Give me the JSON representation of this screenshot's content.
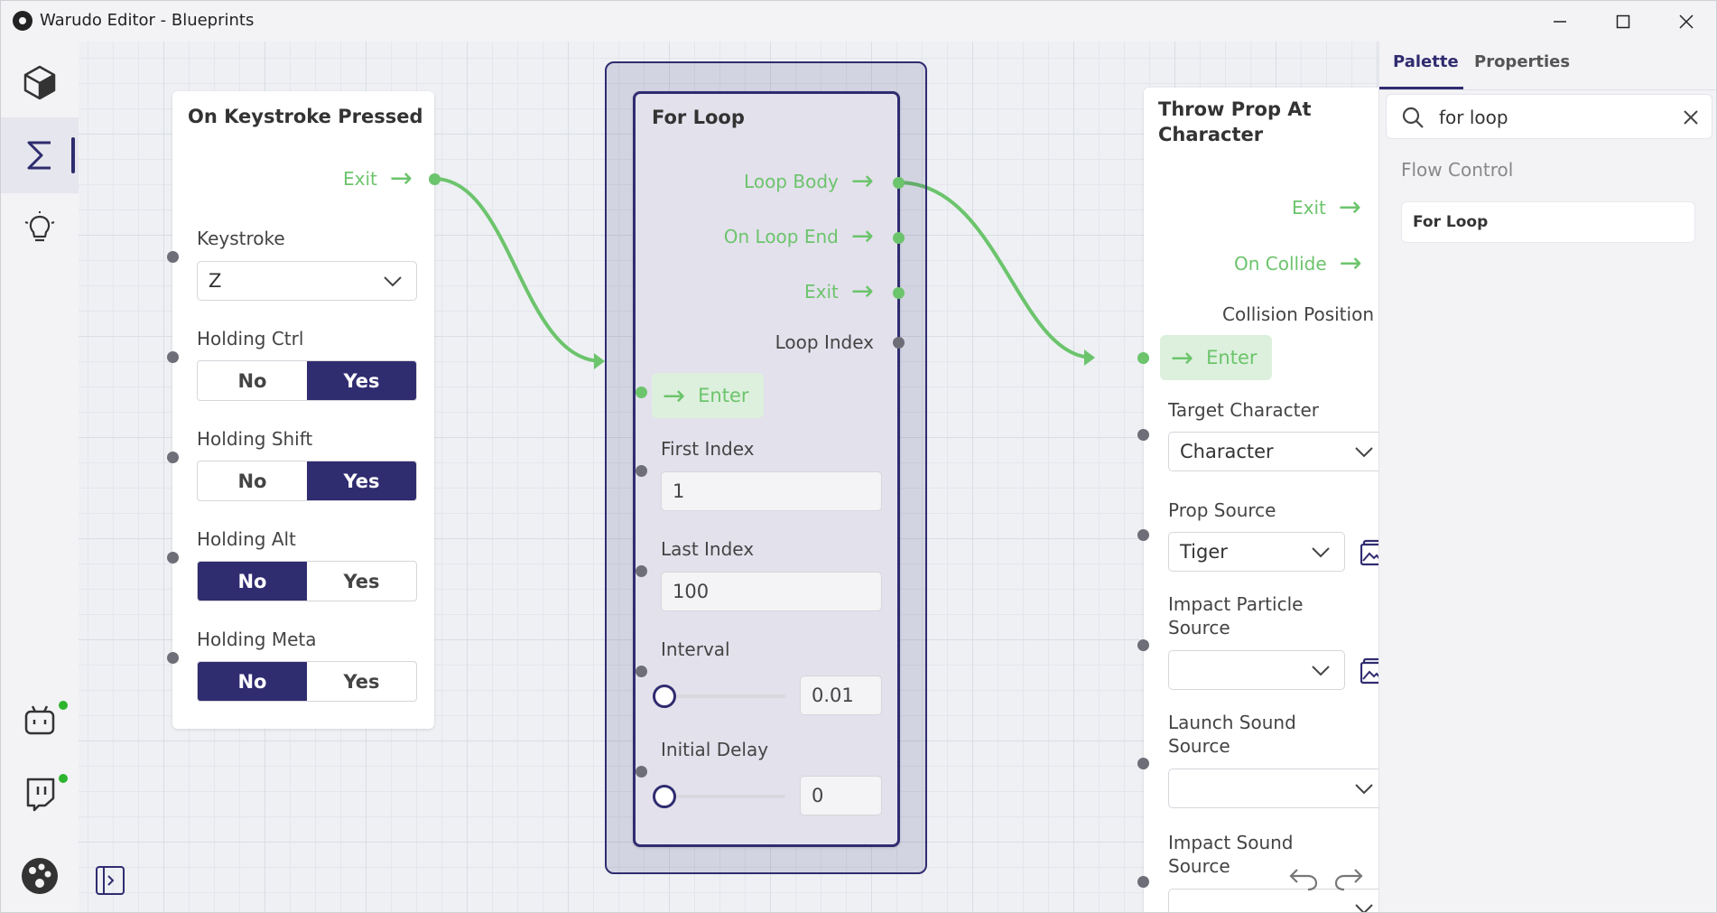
{
  "window": {
    "title": "Warudo Editor - Blueprints",
    "minimize_glyph": "—",
    "maximize_glyph": "☐",
    "close_glyph": "✕"
  },
  "toolbar": {
    "items": [
      "scene-cube-icon",
      "blueprint-sigma-icon",
      "lightbulb-icon",
      "bot-icon",
      "twitch-icon",
      "warudo-palette-icon"
    ],
    "active": "blueprint-sigma-icon",
    "status_color": "#2db52d"
  },
  "canvas": {
    "wire_color": "#6cc46c",
    "accent": "#302c70"
  },
  "node_keystroke": {
    "title": "On Keystroke Pressed",
    "exit_label": "Exit",
    "keystroke_label": "Keystroke",
    "keystroke_value": "Z",
    "holding_ctrl_label": "Holding Ctrl",
    "holding_shift_label": "Holding Shift",
    "holding_alt_label": "Holding Alt",
    "holding_meta_label": "Holding Meta",
    "no": "No",
    "yes": "Yes",
    "holding_ctrl": "Yes",
    "holding_shift": "Yes",
    "holding_alt": "No",
    "holding_meta": "No"
  },
  "node_forloop": {
    "title": "For Loop",
    "loop_body": "Loop Body",
    "on_loop_end": "On Loop End",
    "exit": "Exit",
    "loop_index": "Loop Index",
    "enter": "Enter",
    "first_index_label": "First Index",
    "first_index_value": "1",
    "last_index_label": "Last Index",
    "last_index_value": "100",
    "interval_label": "Interval",
    "interval_value": "0.01",
    "initial_delay_label": "Initial Delay",
    "initial_delay_value": "0"
  },
  "node_throw": {
    "title_line1": "Throw Prop At",
    "title_line2": "Character",
    "exit": "Exit",
    "on_collide": "On Collide",
    "collision_position": "Collision Position",
    "enter": "Enter",
    "target_character_label": "Target Character",
    "target_character_value": "Character",
    "prop_source_label": "Prop Source",
    "prop_source_value": "Tiger",
    "impact_particle_label_1": "Impact Particle",
    "impact_particle_label_2": "Source",
    "impact_particle_value": "",
    "launch_sound_label_1": "Launch Sound",
    "launch_sound_label_2": "Source",
    "launch_sound_value": "",
    "impact_sound_label_1": "Impact Sound",
    "impact_sound_label_2": "Source"
  },
  "palette": {
    "tabs": [
      "Palette",
      "Properties"
    ],
    "active_tab": "Palette",
    "search_value": "for loop",
    "section": "Flow Control",
    "results": [
      "For Loop"
    ]
  }
}
